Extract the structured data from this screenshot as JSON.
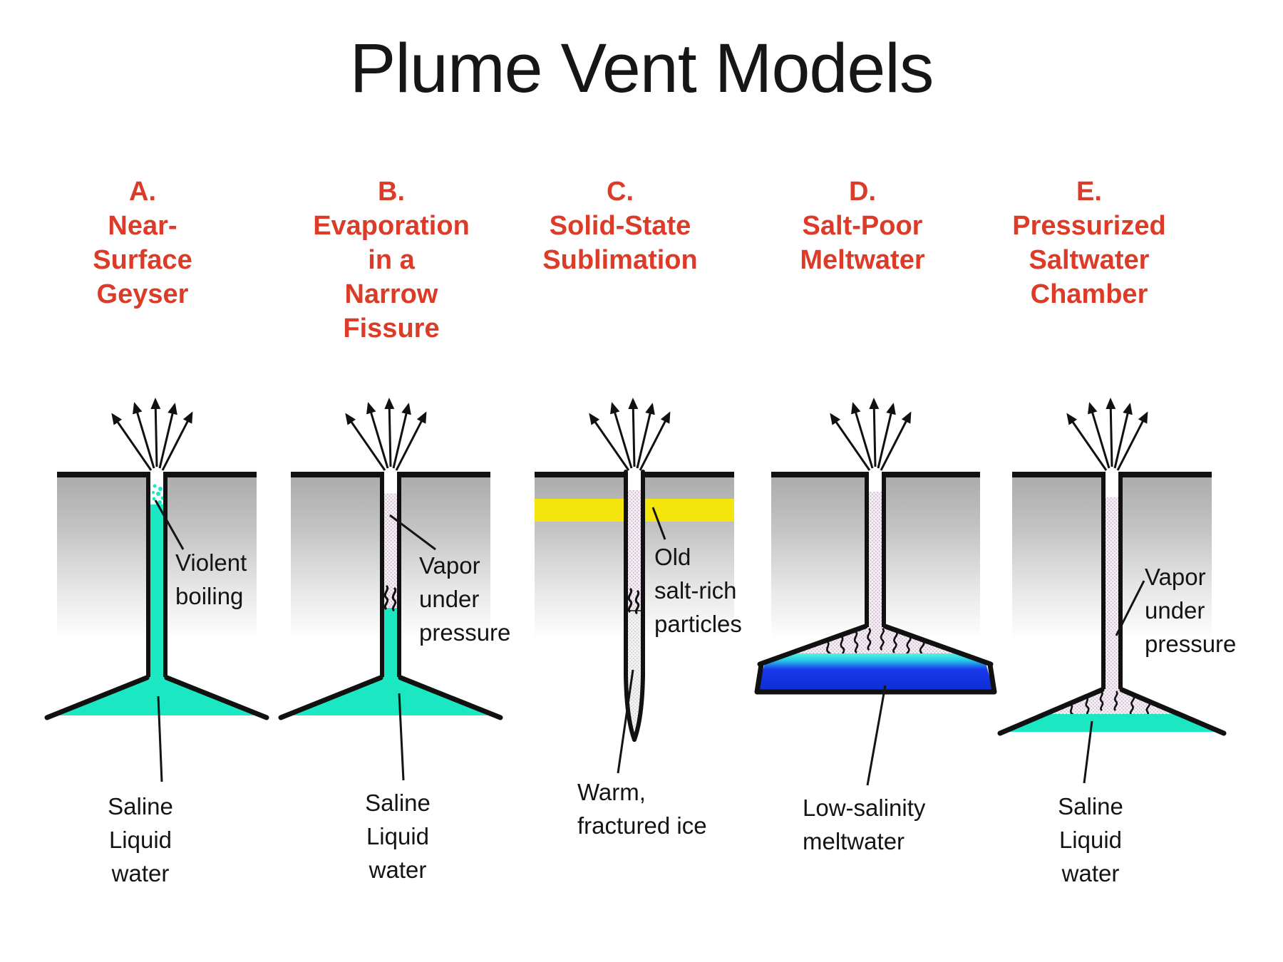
{
  "title": "Plume Vent Models",
  "columns": [
    {
      "id": "A",
      "heading": "A.\nNear-\nSurface\nGeyser",
      "label_top": "Violent\nboiling",
      "label_bottom": "Saline\nLiquid\nwater"
    },
    {
      "id": "B",
      "heading": "B.\nEvaporation\nin a\nNarrow\nFissure",
      "label_top": "Vapor\nunder\npressure",
      "label_bottom": "Saline\nLiquid\nwater"
    },
    {
      "id": "C",
      "heading": "C.\nSolid-State\nSublimation",
      "label_top": "Old\nsalt-rich\nparticles",
      "label_bottom": "Warm,\nfractured ice"
    },
    {
      "id": "D",
      "heading": "D.\nSalt-Poor\nMeltwater",
      "label_bottom": "Low-salinity\nmeltwater"
    },
    {
      "id": "E",
      "heading": "E.\nPressurized\nSaltwater\nChamber",
      "label_top": "Vapor\nunder\npressure",
      "label_bottom": "Saline\nLiquid\nwater"
    }
  ],
  "colors": {
    "heading_red": "#DC3B28",
    "liquid_cyan": "#1BE8C3",
    "meltwater_blue": "#1535E8",
    "salt_layer_yellow": "#F4E60C",
    "ice_gray_top": "#ACACAC",
    "vapor_stipple_pink": "#CDB6CD",
    "line_black": "#111111"
  }
}
